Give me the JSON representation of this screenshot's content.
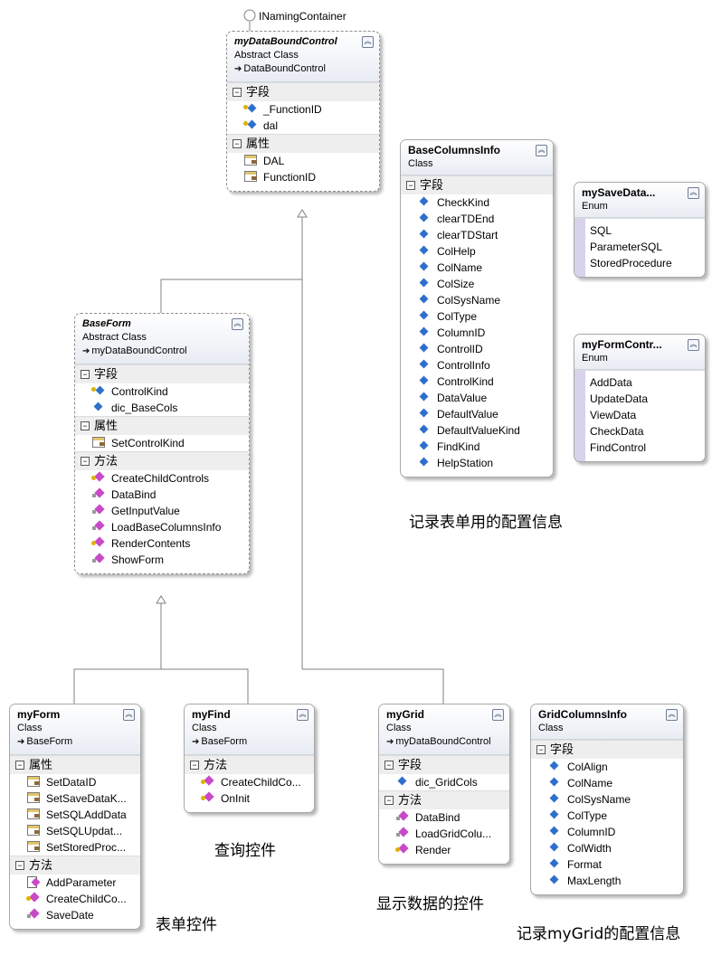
{
  "interface_label": "INamingContainer",
  "classes": {
    "myDataBoundControl": {
      "title": "myDataBoundControl",
      "kind": "Abstract Class",
      "base": "DataBoundControl",
      "sections": [
        {
          "name": "字段",
          "items": [
            {
              "name": "_FunctionID",
              "icon": "field-protected"
            },
            {
              "name": "dal",
              "icon": "field-protected"
            }
          ]
        },
        {
          "name": "属性",
          "items": [
            {
              "name": "DAL",
              "icon": "property"
            },
            {
              "name": "FunctionID",
              "icon": "property"
            }
          ]
        }
      ]
    },
    "BaseForm": {
      "title": "BaseForm",
      "kind": "Abstract Class",
      "base": "myDataBoundControl",
      "sections": [
        {
          "name": "字段",
          "items": [
            {
              "name": "ControlKind",
              "icon": "field-protected"
            },
            {
              "name": "dic_BaseCols",
              "icon": "field"
            }
          ]
        },
        {
          "name": "属性",
          "items": [
            {
              "name": "SetControlKind",
              "icon": "property"
            }
          ]
        },
        {
          "name": "方法",
          "items": [
            {
              "name": "CreateChildControls",
              "icon": "method-protected"
            },
            {
              "name": "DataBind",
              "icon": "method"
            },
            {
              "name": "GetInputValue",
              "icon": "method"
            },
            {
              "name": "LoadBaseColumnsInfo",
              "icon": "method"
            },
            {
              "name": "RenderContents",
              "icon": "method-protected"
            },
            {
              "name": "ShowForm",
              "icon": "method"
            }
          ]
        }
      ]
    },
    "BaseColumnsInfo": {
      "title": "BaseColumnsInfo",
      "kind": "Class",
      "sections": [
        {
          "name": "字段",
          "items": [
            {
              "name": "CheckKind",
              "icon": "field"
            },
            {
              "name": "clearTDEnd",
              "icon": "field"
            },
            {
              "name": "clearTDStart",
              "icon": "field"
            },
            {
              "name": "ColHelp",
              "icon": "field"
            },
            {
              "name": "ColName",
              "icon": "field"
            },
            {
              "name": "ColSize",
              "icon": "field"
            },
            {
              "name": "ColSysName",
              "icon": "field"
            },
            {
              "name": "ColType",
              "icon": "field"
            },
            {
              "name": "ColumnID",
              "icon": "field"
            },
            {
              "name": "ControlID",
              "icon": "field"
            },
            {
              "name": "ControlInfo",
              "icon": "field"
            },
            {
              "name": "ControlKind",
              "icon": "field"
            },
            {
              "name": "DataValue",
              "icon": "field"
            },
            {
              "name": "DefaultValue",
              "icon": "field"
            },
            {
              "name": "DefaultValueKind",
              "icon": "field"
            },
            {
              "name": "FindKind",
              "icon": "field"
            },
            {
              "name": "HelpStation",
              "icon": "field"
            }
          ]
        }
      ]
    },
    "mySaveDataKind": {
      "title": "mySaveData...",
      "kind": "Enum",
      "values": [
        "SQL",
        "ParameterSQL",
        "StoredProcedure"
      ]
    },
    "myFormControlKind": {
      "title": "myFormContr...",
      "kind": "Enum",
      "values": [
        "AddData",
        "UpdateData",
        "ViewData",
        "CheckData",
        "FindControl"
      ]
    },
    "myForm": {
      "title": "myForm",
      "kind": "Class",
      "base": "BaseForm",
      "sections": [
        {
          "name": "属性",
          "items": [
            {
              "name": "SetDataID",
              "icon": "property"
            },
            {
              "name": "SetSaveDataK...",
              "icon": "property"
            },
            {
              "name": "SetSQLAddData",
              "icon": "property"
            },
            {
              "name": "SetSQLUpdat...",
              "icon": "property"
            },
            {
              "name": "SetStoredProc...",
              "icon": "property"
            }
          ]
        },
        {
          "name": "方法",
          "items": [
            {
              "name": "AddParameter",
              "icon": "method-override"
            },
            {
              "name": "CreateChildCo...",
              "icon": "method-protected"
            },
            {
              "name": "SaveDate",
              "icon": "method"
            }
          ]
        }
      ]
    },
    "myFind": {
      "title": "myFind",
      "kind": "Class",
      "base": "BaseForm",
      "sections": [
        {
          "name": "方法",
          "items": [
            {
              "name": "CreateChildCo...",
              "icon": "method-protected"
            },
            {
              "name": "OnInit",
              "icon": "method-protected"
            }
          ]
        }
      ]
    },
    "myGrid": {
      "title": "myGrid",
      "kind": "Class",
      "base": "myDataBoundControl",
      "sections": [
        {
          "name": "字段",
          "items": [
            {
              "name": "dic_GridCols",
              "icon": "field"
            }
          ]
        },
        {
          "name": "方法",
          "items": [
            {
              "name": "DataBind",
              "icon": "method"
            },
            {
              "name": "LoadGridColu...",
              "icon": "method"
            },
            {
              "name": "Render",
              "icon": "method-protected"
            }
          ]
        }
      ]
    },
    "GridColumnsInfo": {
      "title": "GridColumnsInfo",
      "kind": "Class",
      "sections": [
        {
          "name": "字段",
          "items": [
            {
              "name": "ColAlign",
              "icon": "field"
            },
            {
              "name": "ColName",
              "icon": "field"
            },
            {
              "name": "ColSysName",
              "icon": "field"
            },
            {
              "name": "ColType",
              "icon": "field"
            },
            {
              "name": "ColumnID",
              "icon": "field"
            },
            {
              "name": "ColWidth",
              "icon": "field"
            },
            {
              "name": "Format",
              "icon": "field"
            },
            {
              "name": "MaxLength",
              "icon": "field"
            }
          ]
        }
      ]
    }
  },
  "annotations": {
    "base_columns_info": "记录表单用的配置信息",
    "my_form": "表单控件",
    "my_find": "查询控件",
    "my_grid": "显示数据的控件",
    "grid_columns_info": "记录myGrid的配置信息"
  },
  "colors": {
    "line": "#808080",
    "section_bg": "#eeeeee",
    "header_gradient_end": "#e8ecf3",
    "enum_stripe": "#d7d3ea"
  }
}
